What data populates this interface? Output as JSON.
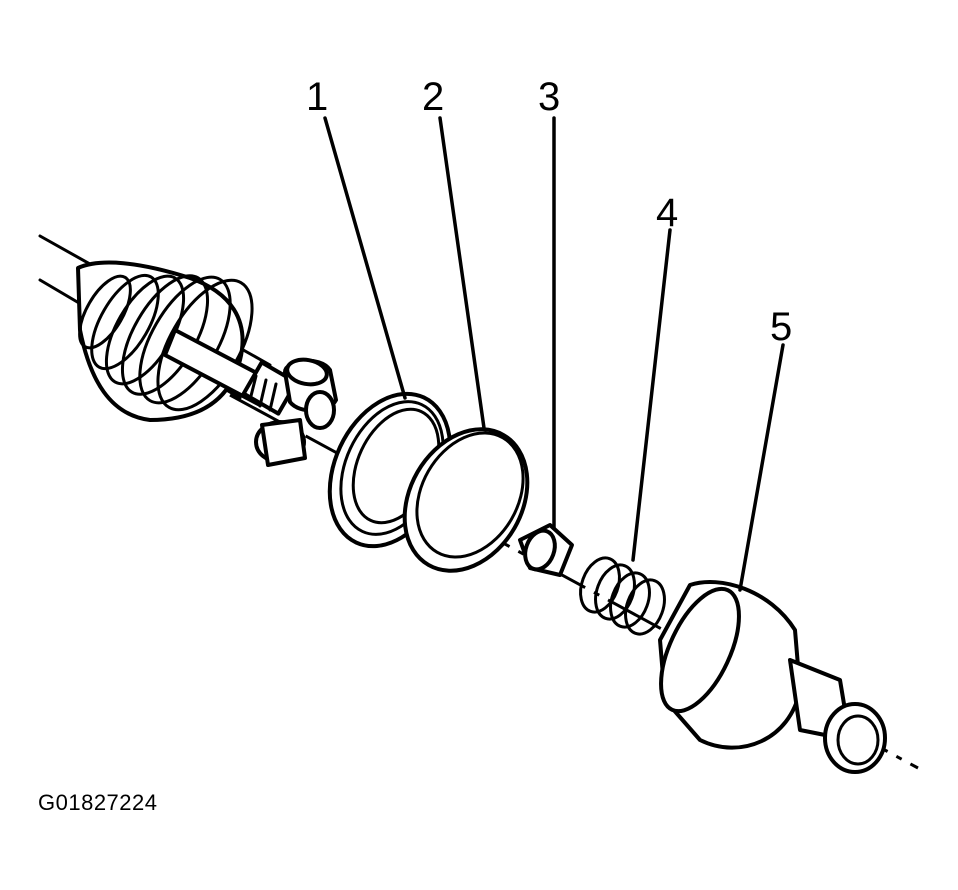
{
  "figure": {
    "id_label": "G01827224"
  },
  "callouts": [
    {
      "number": "1"
    },
    {
      "number": "2"
    },
    {
      "number": "3"
    },
    {
      "number": "4"
    },
    {
      "number": "5"
    }
  ],
  "colors": {
    "line": "#000000",
    "background": "#ffffff"
  }
}
